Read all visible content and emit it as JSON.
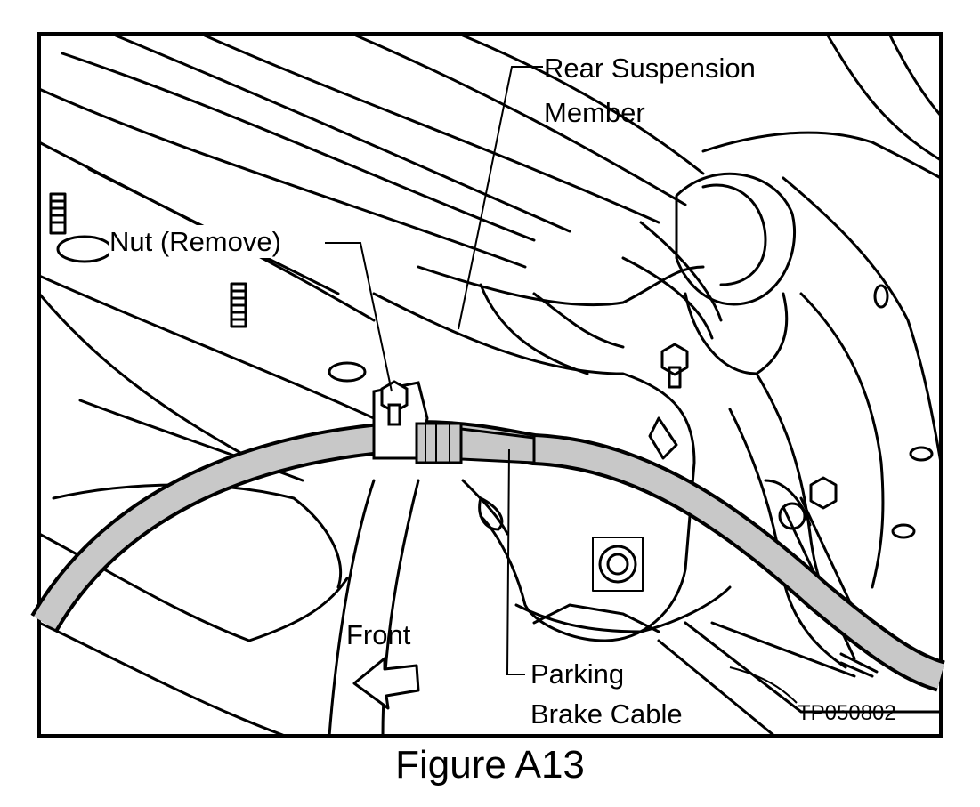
{
  "figure": {
    "caption": "Figure A13",
    "image_code": "TP050802"
  },
  "labels": {
    "rear_suspension_member_line1": "Rear Suspension",
    "rear_suspension_member_line2": "Member",
    "nut": "Nut (Remove)",
    "front": "Front",
    "parking_brake_cable_line1": "Parking",
    "parking_brake_cable_line2": "Brake Cable"
  },
  "colors": {
    "cable_fill": "#c8c8c8",
    "line": "#000000",
    "background": "#ffffff"
  }
}
